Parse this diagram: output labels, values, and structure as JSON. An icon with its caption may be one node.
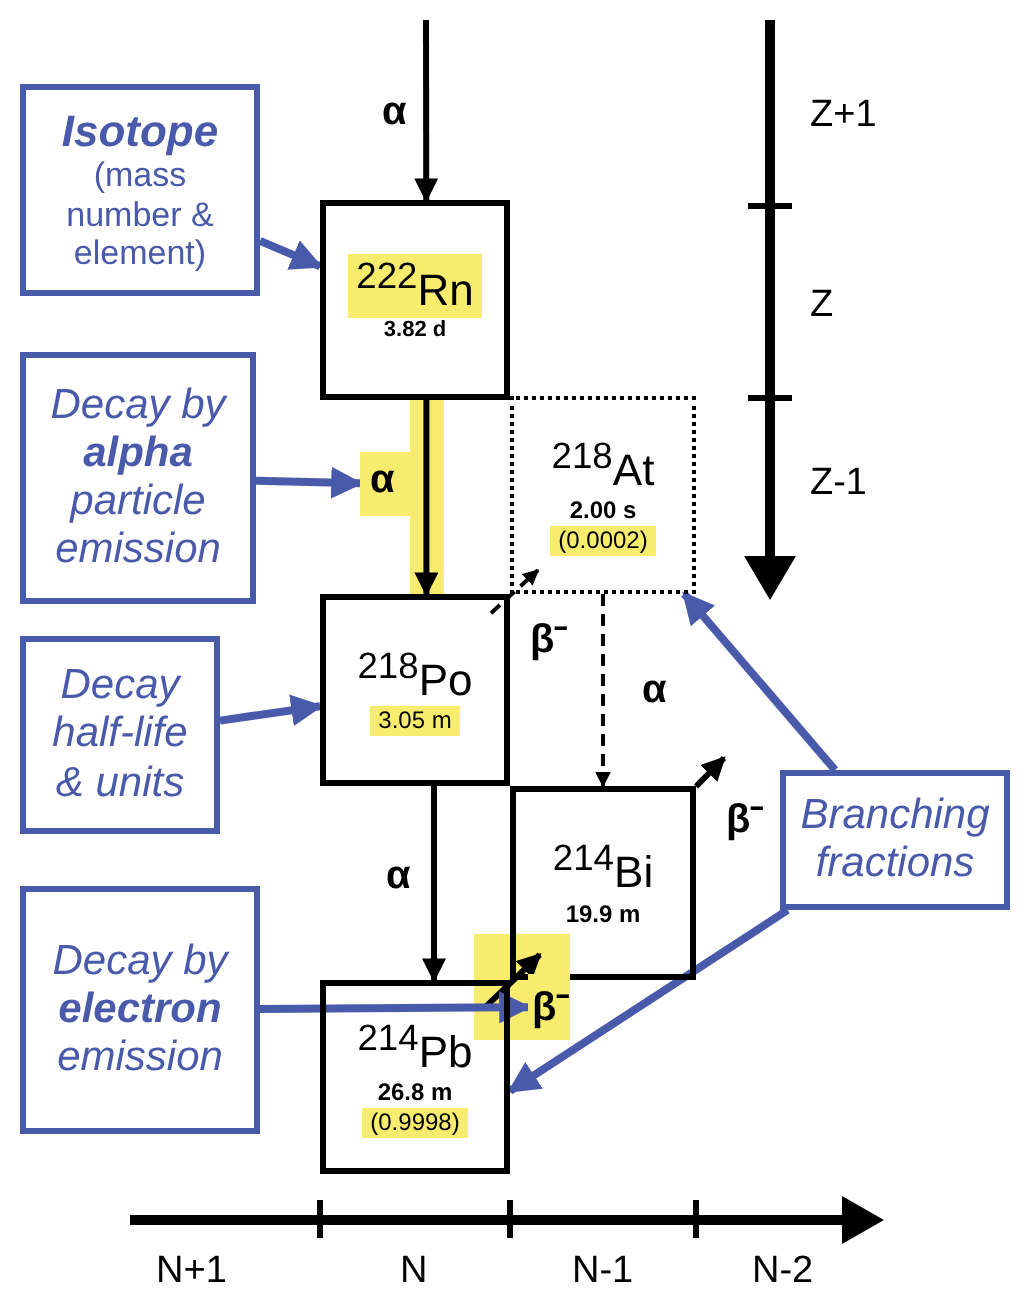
{
  "diagram": {
    "nodes": [
      {
        "text": [
          "$^{222}$Rn",
          "3.82 d"
        ]
      },
      {
        "text": [
          "$^{218}$Po",
          "3.05 m"
        ]
      },
      {
        "text": [
          "$^{218}$At",
          "2.00 s",
          "(0.0002)"
        ]
      },
      {
        "text": [
          "$^{214}$Bi",
          "19.9 m"
        ]
      },
      {
        "text": [
          "$^{214}$Pb",
          "26.8 m",
          "(0.9998)"
        ]
      },
      {
        "text": [
          "Isotope",
          "(mass number & element)"
        ]
      },
      {
        "text": [
          "Decay by **alpha** particle emission"
        ]
      },
      {
        "text": [
          "Decay half-life & units"
        ]
      },
      {
        "text": [
          "Decay by **electron** emission"
        ]
      },
      {
        "text": [
          "Branching fractions"
        ]
      },
      {
        "text": [],
        "shape": "box"
      },
      {
        "text": [],
        "shape": "box"
      }
    ],
    "edges": [
      {
        "from": null,
        "to": 0,
        "arrow": "to",
        "label": "α"
      },
      {
        "from": 0,
        "to": 1,
        "arrow": "to",
        "label": "α"
      },
      {
        "from": 1,
        "to": 2,
        "arrow": "to",
        "label": "β⁻",
        "style": "dashed"
      },
      {
        "from": 2,
        "to": 3,
        "arrow": "to",
        "label": "α",
        "style": "dashed"
      },
      {
        "from": 1,
        "to": 4,
        "arrow": "to",
        "label": "α"
      },
      {
        "from": 4,
        "to": 3,
        "arrow": "to",
        "label": "β⁻"
      },
      {
        "from": 3,
        "to": null,
        "arrow": "to",
        "label": "β⁻"
      },
      {
        "from": 5,
        "to": 0,
        "arrow": "to",
        "color": "#4a5aab"
      },
      {
        "from": 6,
        "to": 10,
        "arrow": "to",
        "color": "#4a5aab"
      },
      {
        "from": 7,
        "to": 1,
        "arrow": "to",
        "color": "#4a5aab"
      },
      {
        "from": 8,
        "to": 11,
        "arrow": "to",
        "color": "#4a5aab"
      },
      {
        "from": 9,
        "to": 2,
        "arrow": "to",
        "color": "#4a5aab"
      },
      {
        "from": 9,
        "to": 4,
        "arrow": "to",
        "color": "#4a5aab"
      }
    ],
    "labels": [
      "Z+1",
      "Z",
      "Z-1",
      "N+1",
      "N",
      "N-1",
      "N-2"
    ]
  }
}
